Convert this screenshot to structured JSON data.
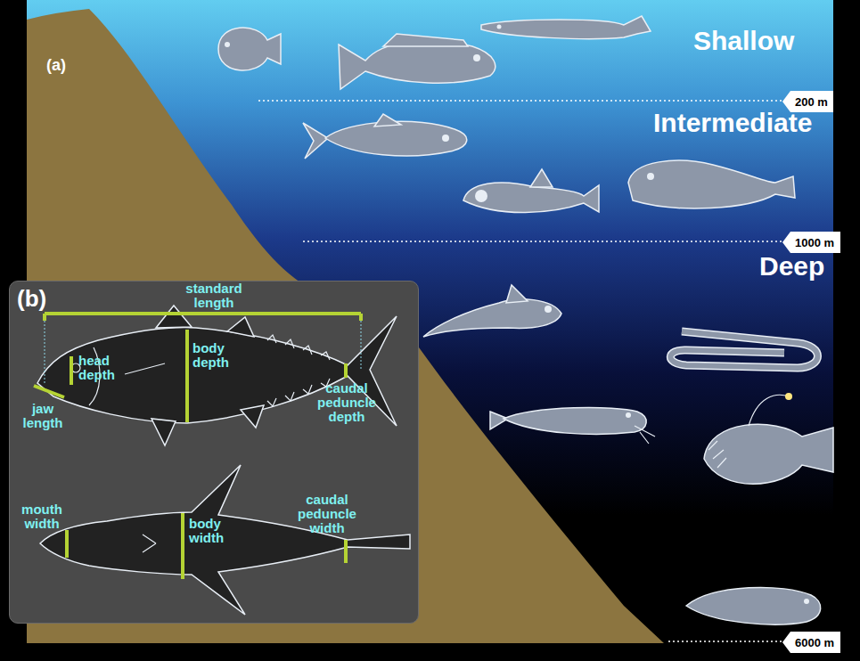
{
  "diagram": {
    "nodes": [
      {
        "text": [
          "200 m"
        ]
      },
      {
        "text": [
          "1000 m"
        ]
      },
      {
        "text": [
          "6000 m"
        ]
      },
      {
        "text": [
          "(b)"
        ]
      }
    ],
    "labels": [
      "(a)",
      "Shallow",
      "Intermediate",
      "Deep",
      "standard length",
      "head depth",
      "body depth",
      "jaw length",
      "caudal peduncle depth",
      "mouth width",
      "body width",
      "caudal peduncle width"
    ]
  }
}
